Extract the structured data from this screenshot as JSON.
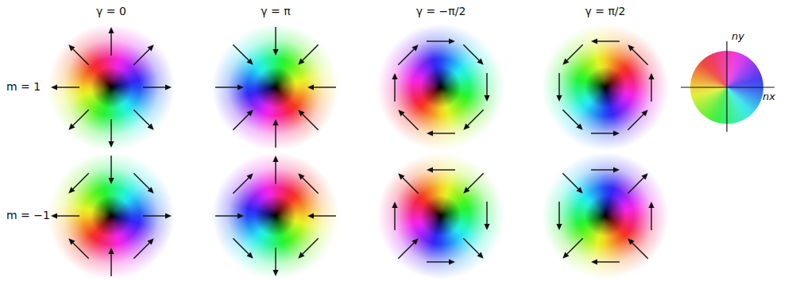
{
  "diagram": {
    "labels": [
      "γ = 0",
      "γ = π",
      "γ = −π/2",
      "γ = π/2",
      "m = 1",
      "m = −1",
      "ny",
      "nx"
    ]
  }
}
